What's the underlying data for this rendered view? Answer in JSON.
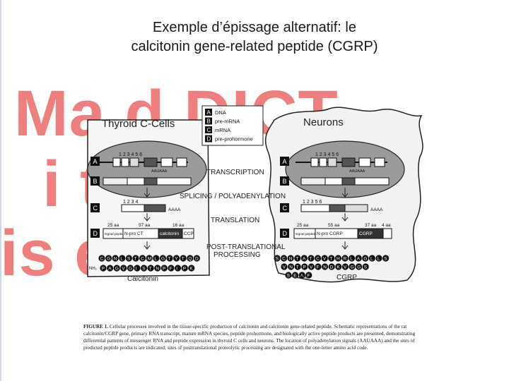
{
  "slide": {
    "title_line1": "Exemple d’épissage alternatif: le",
    "title_line2": "calcitonin gene-related peptide (CGRP)"
  },
  "watermark": {
    "line1": "Ma          d  DICT",
    "line2": "i                t",
    "line3": "is                ed",
    "color": "#ef7f7f"
  },
  "figure": {
    "left_panel_title": "Thyroid C-Cells",
    "right_panel_title": "Neurons",
    "legend": [
      {
        "key": "A",
        "label": "DNA"
      },
      {
        "key": "B",
        "label": "pre-mRNA"
      },
      {
        "key": "C",
        "label": "mRNA"
      },
      {
        "key": "D",
        "label": "pre-prohormone"
      }
    ],
    "steps": {
      "transcription": "TRANSCRIPTION",
      "splicing": "SPLICING / POLYADENYLATION",
      "translation": "TRANSLATION",
      "post_translational_1": "POST-TRANSLATIONAL",
      "post_translational_2": "PROCESSING"
    },
    "row_labels": [
      "A",
      "B",
      "C",
      "D"
    ],
    "exons_left": "1 2 3   4    5     6",
    "exons_right": "1 2 3   4    5     6",
    "aauaaa": "AAUAAA",
    "aaaa": "AAAA",
    "mrna_left_exons": "1  2  3    4",
    "mrna_right_exons": "1 2 3    5     6",
    "left_sizes": [
      "25 aa",
      "57 aa",
      "16 aa"
    ],
    "right_sizes": [
      "25 aa",
      "55 aa",
      "37 aa",
      "4 aa"
    ],
    "left_prohormone": [
      "signal peptide",
      "N-pro CT",
      "calcitonin",
      "CCP"
    ],
    "right_prohormone": [
      "signal peptide",
      "N-pro CGRP",
      "CGRP",
      ""
    ],
    "left_peptide_row1": [
      "C",
      "G",
      "N",
      "L",
      "S",
      "T",
      "C",
      "M",
      "L",
      "G",
      "T",
      "Y",
      "T",
      "Q",
      "D"
    ],
    "left_peptide_row2": [
      "P",
      "A",
      "G",
      "V",
      "G",
      "I",
      "S",
      "T",
      "N",
      "P",
      "F",
      "I",
      "P",
      "K"
    ],
    "left_product": "Calcitonin",
    "right_peptide_row1": [
      "S",
      "C",
      "N",
      "T",
      "A",
      "T",
      "C",
      "V",
      "T",
      "H",
      "R",
      "L",
      "A",
      "G",
      "L",
      "L",
      "S"
    ],
    "right_peptide_row2": [
      "V",
      "N",
      "T",
      "P",
      "V",
      "F",
      "N",
      "D",
      "K",
      "V",
      "G",
      "G",
      "S"
    ],
    "right_peptide_row3": [
      "S",
      "E",
      "A",
      "F"
    ],
    "right_product": "CGRP",
    "nh2": "NH₂"
  },
  "caption": {
    "lead": "FIGURE 1.",
    "text": " Cellular processes involved in the tissue-specific production of calcitonin and calcitonin gene-related peptide. Schematic representations of the rat calcitonin/CGRP gene, primary RNA transcript, mature mRNA species, peptide prohormone, and biologically active peptide products are presented, demonstrating differential patterns of messenger RNA and peptide expression in thyroid C cells and neurons. The location of polyadenylation signals (AAUAAA) and the sites of predicted peptide products are indicated; sites of posttranslational proteolytic processing are designated with the one-letter amino acid code."
  }
}
